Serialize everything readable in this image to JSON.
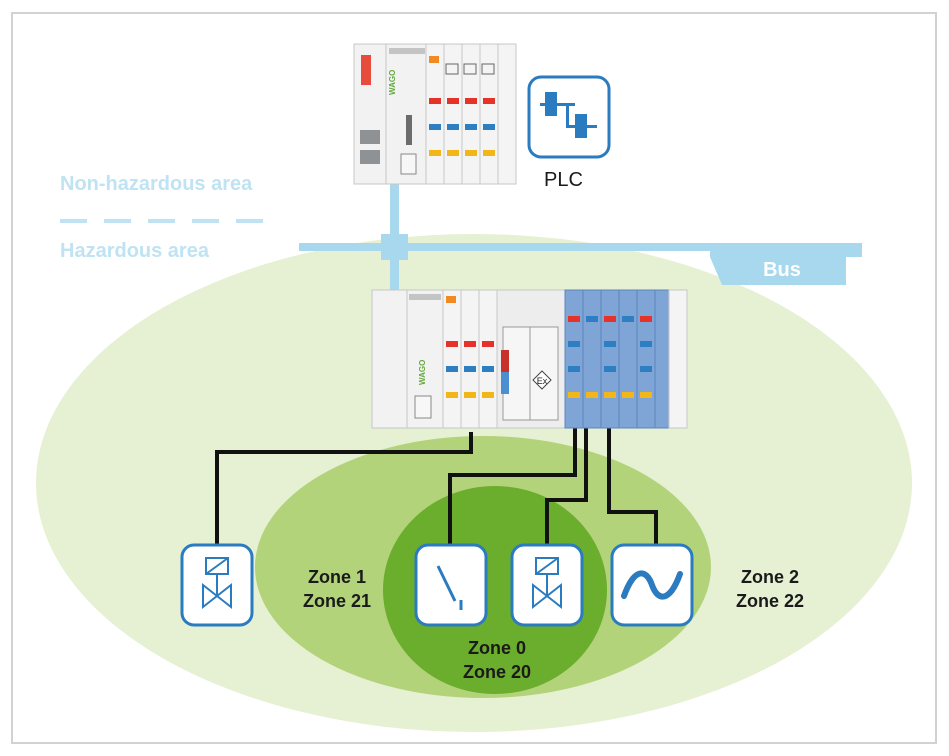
{
  "labels": {
    "non_hazardous": "Non-hazardous area",
    "hazardous": "Hazardous area",
    "plc": "PLC",
    "bus": "Bus",
    "zone2_a": "Zone 2",
    "zone2_b": "Zone 22",
    "zone1_a": "Zone 1",
    "zone1_b": "Zone 21",
    "zone0_a": "Zone 0",
    "zone0_b": "Zone 20",
    "brand_text": "WAGO",
    "ex_mark": "Ex"
  },
  "colors": {
    "zone2_fill": "#e6f0d2",
    "zone1_fill": "#b2d37a",
    "zone0_fill": "#6bad2c",
    "bus_color": "#a8d8ee",
    "device_blue": "#2b7bc0",
    "label_light_blue": "#bfe3f2"
  },
  "devices": [
    {
      "type": "valve-icon"
    },
    {
      "type": "switch-icon"
    },
    {
      "type": "valve-icon"
    },
    {
      "type": "sine-wave-icon"
    }
  ]
}
